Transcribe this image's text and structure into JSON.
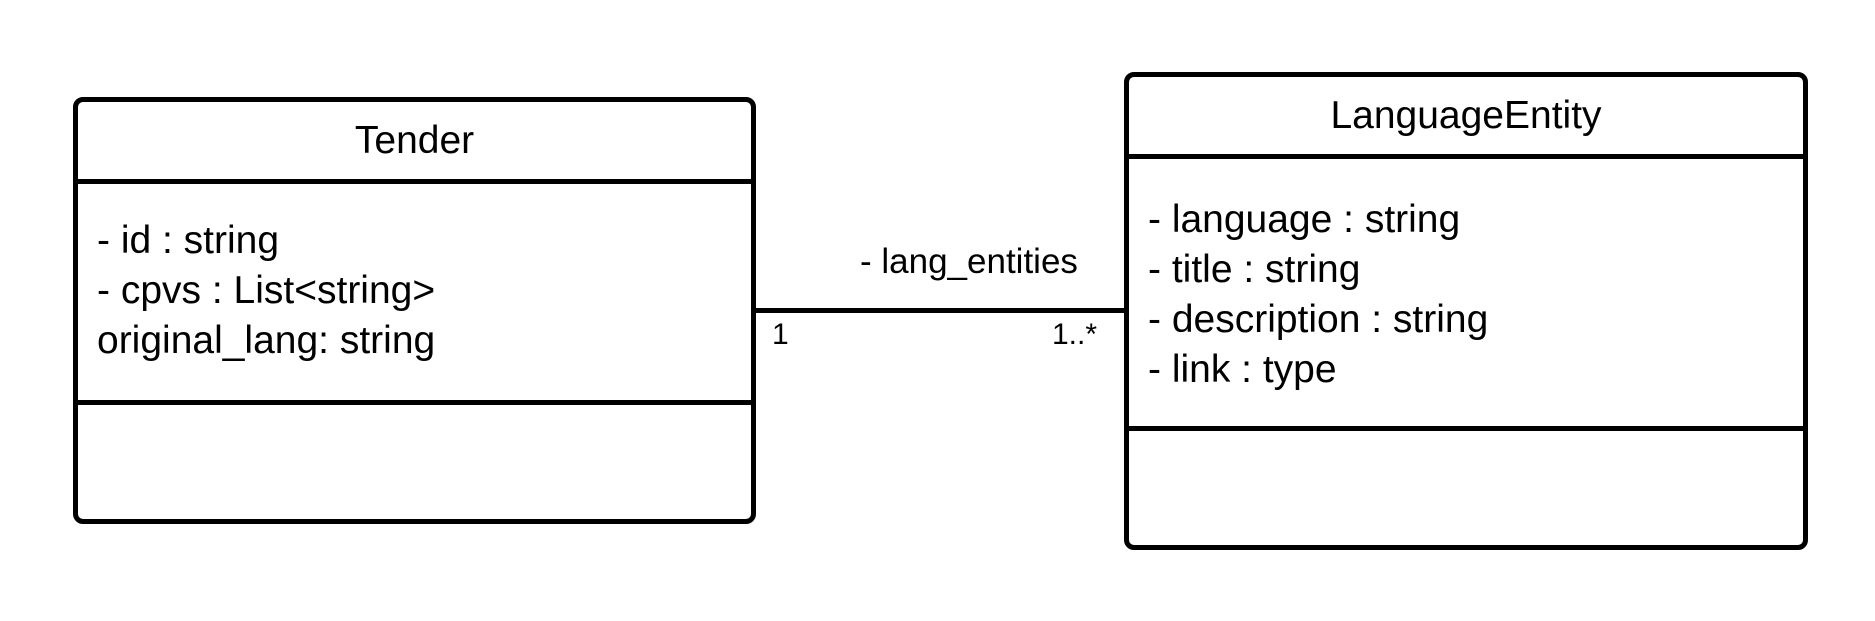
{
  "classes": {
    "tender": {
      "name": "Tender",
      "attributes": [
        "- id : string",
        "- cpvs : List<string>",
        "original_lang: string"
      ]
    },
    "language_entity": {
      "name": "LanguageEntity",
      "attributes": [
        "- language : string",
        "- title : string",
        "- description : string",
        "- link : type"
      ]
    }
  },
  "association": {
    "role": "- lang_entities",
    "source_multiplicity": "1",
    "target_multiplicity": "1..*"
  },
  "colors": {
    "stroke": "#000000",
    "background": "#ffffff"
  }
}
